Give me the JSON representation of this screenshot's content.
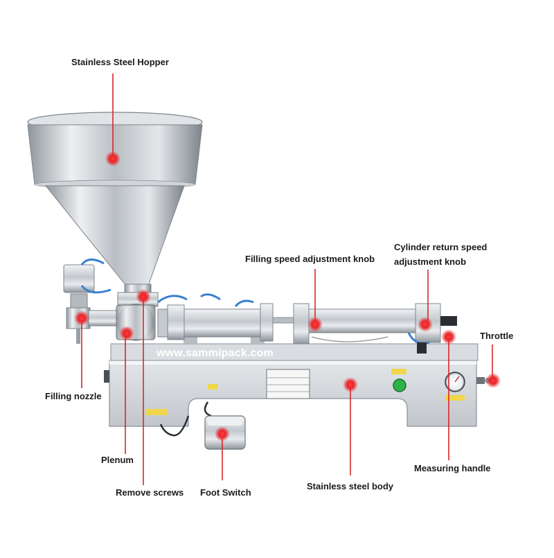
{
  "labels": {
    "hopper": "Stainless Steel Hopper",
    "filling_speed_line1": "Filling speed adjustment knob",
    "cylinder_return_line1": "Cylinder return speed",
    "cylinder_return_line2": "adjustment knob",
    "throttle": "Throttle",
    "filling_nozzle": "Filling nozzle",
    "plenum": "Plenum",
    "remove_screws": "Remove screws",
    "foot_switch": "Foot Switch",
    "stainless_body": "Stainless steel body",
    "measuring_handle": "Measuring handle"
  },
  "watermark": "www.sammipack.com",
  "colors": {
    "marker": "#e8262a",
    "leader_line": "#d6262a",
    "steel": "#c9cdd2",
    "body": "#d4d7db",
    "background": "#ffffff"
  }
}
